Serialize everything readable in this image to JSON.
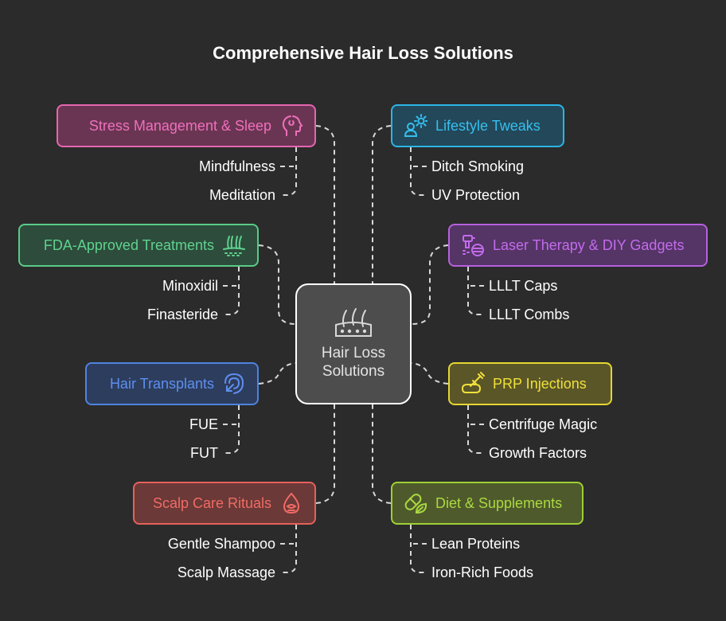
{
  "title": "Comprehensive Hair Loss Solutions",
  "center": {
    "label": "Hair Loss Solutions",
    "icon": "scalp-hair-icon"
  },
  "branches": {
    "stress": {
      "label": "Stress Management & Sleep",
      "icon": "head-profile-icon",
      "color": "#e466b0",
      "items": [
        "Mindfulness",
        "Meditation"
      ]
    },
    "lifestyle": {
      "label": "Lifestyle Tweaks",
      "icon": "person-sun-icon",
      "color": "#2cb5e6",
      "items": [
        "Ditch Smoking",
        "UV Protection"
      ]
    },
    "fda": {
      "label": "FDA-Approved Treatments",
      "icon": "hair-growth-icon",
      "color": "#5acb88",
      "items": [
        "Minoxidil",
        "Finasteride"
      ]
    },
    "laser": {
      "label": "Laser Therapy & DIY Gadgets",
      "icon": "laser-device-icon",
      "color": "#b561de",
      "items": [
        "LLLT Caps",
        "LLLT Combs"
      ]
    },
    "transplant": {
      "label": "Hair Transplants",
      "icon": "head-arrow-icon",
      "color": "#4f83e0",
      "items": [
        "FUE",
        "FUT"
      ]
    },
    "prp": {
      "label": "PRP Injections",
      "icon": "syringe-icon",
      "color": "#e5d631",
      "items": [
        "Centrifuge Magic",
        "Growth Factors"
      ]
    },
    "scalp": {
      "label": "Scalp Care Rituals",
      "icon": "oil-drop-icon",
      "color": "#e5625c",
      "items": [
        "Gentle Shampoo",
        "Scalp Massage"
      ]
    },
    "diet": {
      "label": "Diet & Supplements",
      "icon": "pill-leaf-icon",
      "color": "#9fcf35",
      "items": [
        "Lean Proteins",
        "Iron-Rich Foods"
      ]
    }
  }
}
